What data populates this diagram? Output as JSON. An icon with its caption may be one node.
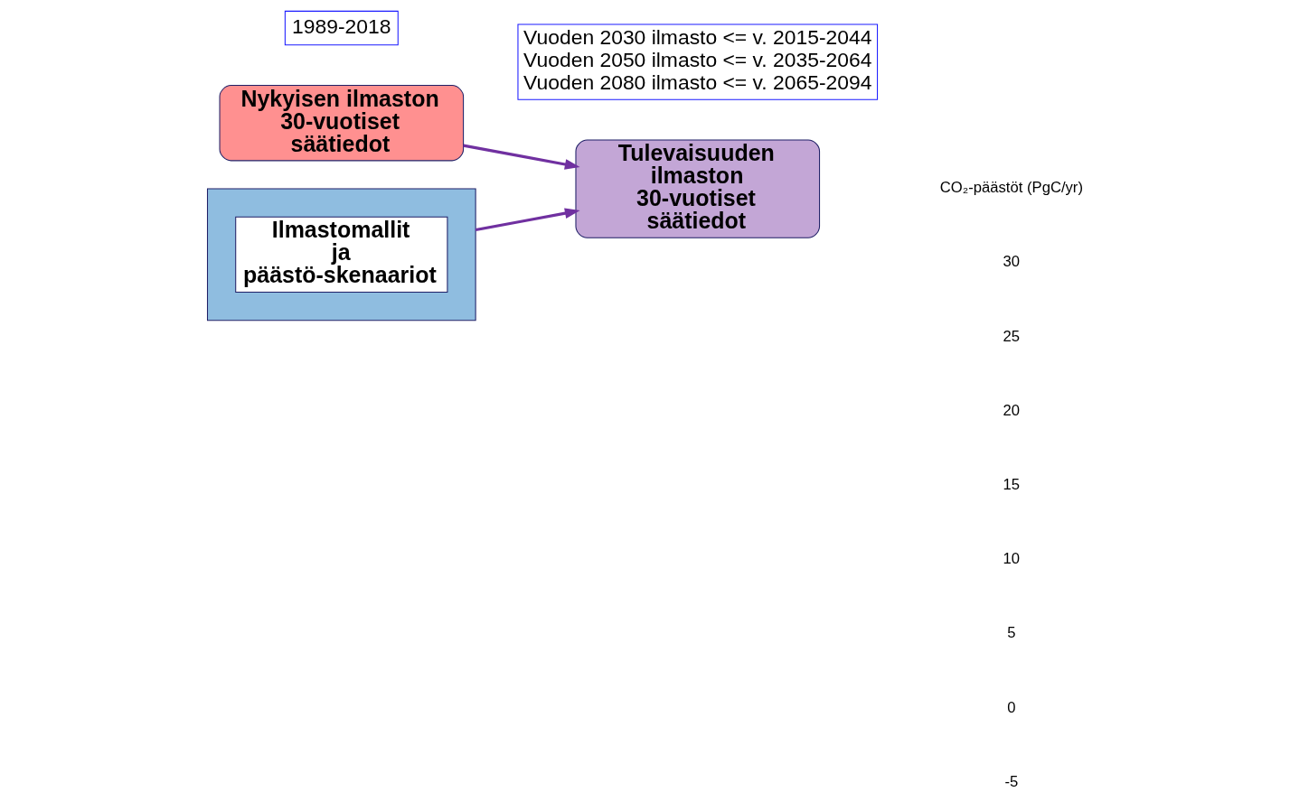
{
  "diagram": {
    "nodes": [
      {
        "text": [
          "1989-2018"
        ]
      },
      {
        "text": [
          "Vuoden 2030 ilmasto <= v. 2015-2044",
          "Vuoden 2050 ilmasto <= v. 2035-2064",
          "Vuoden 2080 ilmasto <= v. 2065-2094"
        ]
      },
      {
        "text": [
          "Nykyisen ilmaston 30-vuotiset säätiedot"
        ]
      },
      {
        "text": [
          "Tulevaisuuden ilmaston 30-vuotiset säätiedot"
        ]
      },
      {
        "text": [],
        "shape": "box"
      },
      {
        "text": [
          "Ilmastomallit ja päästö-skenaariot"
        ],
        "in": 4
      }
    ],
    "edges": [
      {
        "from": 2,
        "to": 3,
        "arrow": "to"
      },
      {
        "from": 4,
        "to": 3,
        "arrow": "to"
      }
    ],
    "labels": [
      "CO₂-päästöt (PgC/yr)",
      "30",
      "25",
      "20",
      "15",
      "10",
      "5",
      "0",
      "-5"
    ]
  }
}
